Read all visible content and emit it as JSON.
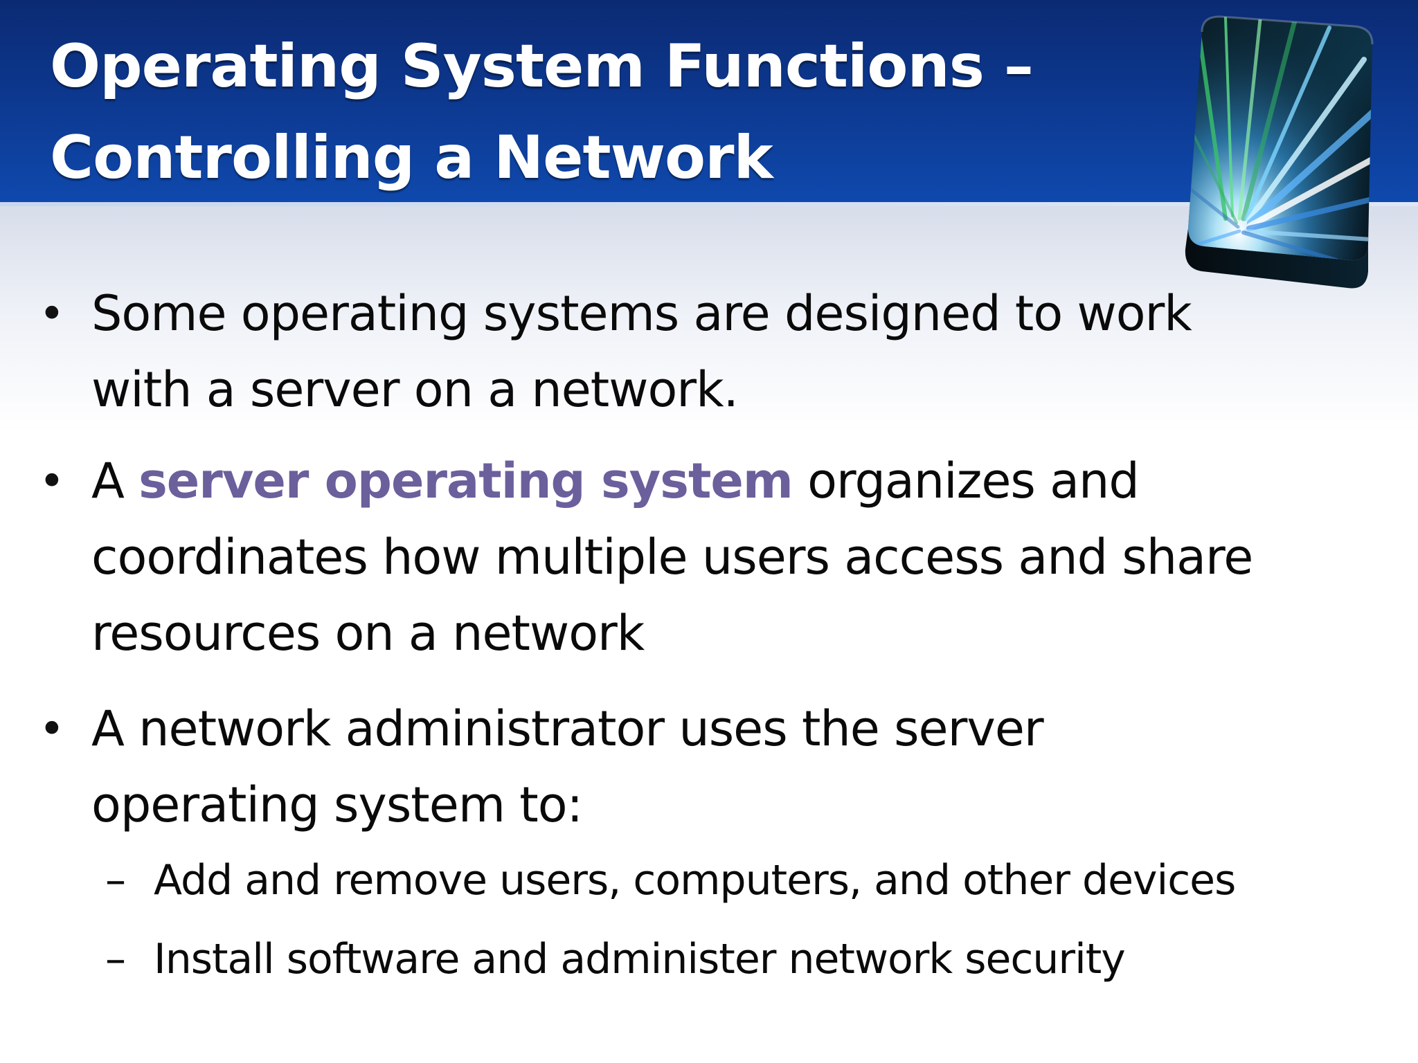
{
  "title": {
    "line1": "Operating System Functions –",
    "line2": "Controlling a Network"
  },
  "colors": {
    "title_band": "#0d3a93",
    "title_text": "#ffffff",
    "body_text": "#0a0a0a",
    "emphasis": "#6b5f9c"
  },
  "bullets": [
    {
      "lines": [
        "Some operating systems are designed to work",
        "with a server on a network."
      ]
    },
    {
      "prefix": "A ",
      "emphasis": "server operating system",
      "suffix": " organizes and",
      "lines_cont": [
        "coordinates how multiple users access and share",
        "resources on a network"
      ]
    },
    {
      "lines": [
        "A network administrator uses the server",
        "operating system to:"
      ],
      "subitems": [
        {
          "dash": "–",
          "text": "Add and remove users, computers, and other devices"
        },
        {
          "dash": "–",
          "text": "Install software and administer network security"
        }
      ]
    }
  ],
  "decor": {
    "art": "light-streak-cube-icon",
    "bullet": "•"
  }
}
